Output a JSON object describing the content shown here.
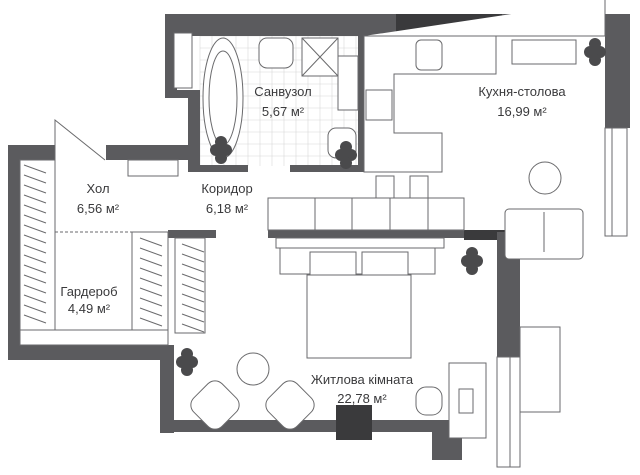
{
  "colors": {
    "wall": "#5b5b5e",
    "wall_dark": "#3a3a3c",
    "floor": "#ffffff",
    "furniture_line": "#6a6a6c"
  },
  "rooms": [
    {
      "id": "bathroom",
      "name": "Санвузол",
      "area": "5,67 м²"
    },
    {
      "id": "kitchen",
      "name": "Кухня-столова",
      "area": "16,99 м²"
    },
    {
      "id": "hall",
      "name": "Хол",
      "area": "6,56 м²"
    },
    {
      "id": "corridor",
      "name": "Коридор",
      "area": "6,18 м²"
    },
    {
      "id": "wardrobe",
      "name": "Гардероб",
      "area": "4,49 м²"
    },
    {
      "id": "living",
      "name": "Житлова кімната",
      "area": "22,78 м²"
    }
  ]
}
